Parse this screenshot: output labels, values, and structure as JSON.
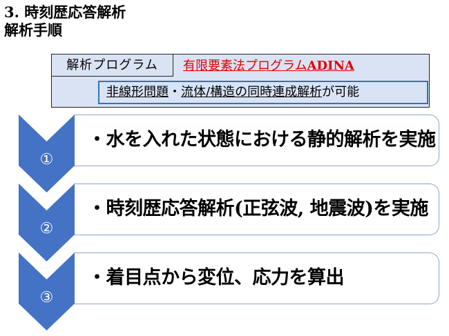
{
  "header": {
    "title": "3. 時刻歴応答解析",
    "subtitle": "解析手順"
  },
  "program_panel": {
    "label": "解析プログラム",
    "program_name_prefix": "有限要素法プログラム",
    "program_name_suffix": "ADINA",
    "feature": {
      "part1": "非線形問題",
      "separator": "・",
      "part2": "流体/構造の同時連成解析",
      "part3": "が可能"
    }
  },
  "steps": [
    {
      "number": "①",
      "text": "・水を入れた状態における静的解析を実施"
    },
    {
      "number": "②",
      "text": "・時刻歴応答解析(正弦波, 地震波)を実施"
    },
    {
      "number": "③",
      "text": "・着目点から変位、応力を算出"
    }
  ],
  "colors": {
    "chevron": "#4472c4",
    "panel_bg": "#dae3f3",
    "feature_border": "#2e75b6",
    "program_name": "#e00000",
    "card_border": "#8ea3c7"
  }
}
